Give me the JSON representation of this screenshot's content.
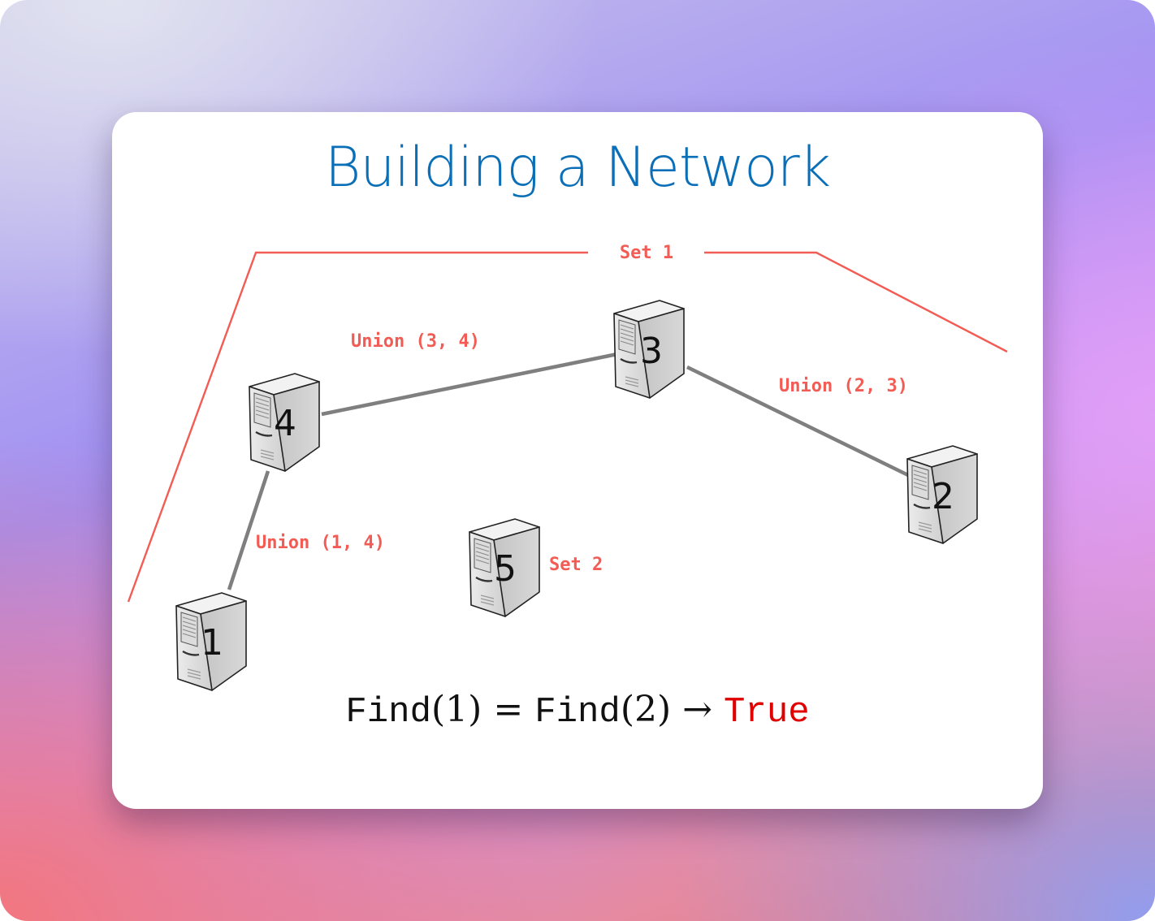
{
  "title": "Building a Network",
  "sets": {
    "set1_label": "Set 1",
    "set2_label": "Set 2"
  },
  "servers": [
    {
      "label": "1"
    },
    {
      "label": "2"
    },
    {
      "label": "3"
    },
    {
      "label": "4"
    },
    {
      "label": "5"
    }
  ],
  "edges": [
    {
      "label": "Union (1, 4)",
      "from": "1",
      "to": "4"
    },
    {
      "label": "Union (3, 4)",
      "from": "3",
      "to": "4"
    },
    {
      "label": "Union (2, 3)",
      "from": "2",
      "to": "3"
    }
  ],
  "formula": {
    "find1": "Find",
    "arg1": "(1)",
    "equals": "=",
    "find2": "Find",
    "arg2": "(2)",
    "arrow": "→",
    "result": "True"
  },
  "colors": {
    "title": "#0b6fb8",
    "annotation": "#f25c54",
    "edge": "#7f7f7f",
    "result": "#e00000"
  }
}
